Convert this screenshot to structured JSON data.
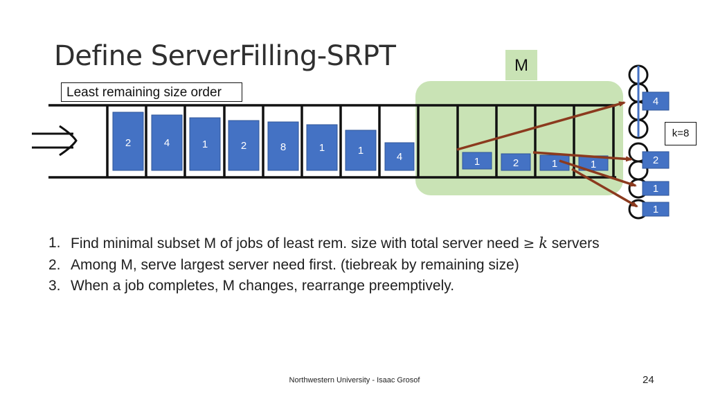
{
  "slide": {
    "title": "Define ServerFilling-SRPT",
    "order_label": "Least remaining size order",
    "m_label": "M",
    "k_label": "k=8",
    "steps": [
      {
        "num": "1.",
        "before": "Find minimal subset M of jobs of least rem. size with total server need ",
        "symbol": "≥",
        "var": "k",
        "after": " servers"
      },
      {
        "num": "2.",
        "text": "Among M, serve largest server need first. (tiebreak by remaining size)"
      },
      {
        "num": "3.",
        "text": "When a job completes, M changes, rearrange preemptively."
      }
    ],
    "footer": "Northwestern University - Isaac Grosof",
    "page_number": "24"
  },
  "queue_jobs": [
    "2",
    "4",
    "1",
    "2",
    "8",
    "1",
    "1",
    "4"
  ],
  "m_jobs": [
    "1",
    "2",
    "1",
    "1"
  ],
  "server_jobs": [
    "4",
    "2",
    "1",
    "1"
  ],
  "colors": {
    "job_fill": "#4472c4",
    "job_stroke": "#2f5597",
    "region": "#c9e3b5",
    "arrow": "#8b3a1e",
    "server_line": "#4472c4"
  }
}
